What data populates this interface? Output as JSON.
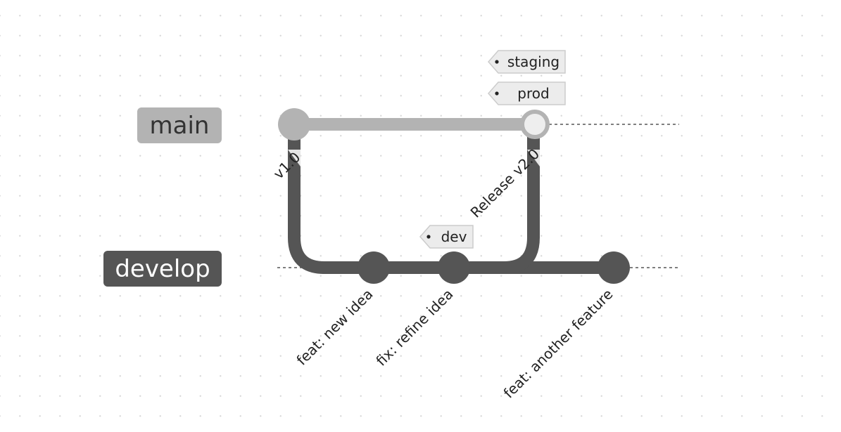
{
  "branches": [
    {
      "name": "main",
      "color": "#b3b3b3",
      "label_text_color": "#333333"
    },
    {
      "name": "develop",
      "color": "#555555",
      "label_text_color": "#ffffff"
    }
  ],
  "commits": [
    {
      "branch": "main",
      "message": ""
    },
    {
      "branch": "main",
      "message": ""
    },
    {
      "branch": "develop",
      "message": "feat: new idea"
    },
    {
      "branch": "develop",
      "message": "fix: refine idea"
    },
    {
      "branch": "develop",
      "message": "feat: another feature"
    }
  ],
  "connector_labels": {
    "branch_out": "v1.0",
    "merge_in": "Release v2.0"
  },
  "tags": {
    "staging": "staging",
    "prod": "prod",
    "dev": "dev"
  },
  "colors": {
    "main": "#b3b3b3",
    "develop": "#555555",
    "tag_fill": "#ececec",
    "tag_border": "#cccccc",
    "merge_commit_fill": "#eeeeee"
  }
}
